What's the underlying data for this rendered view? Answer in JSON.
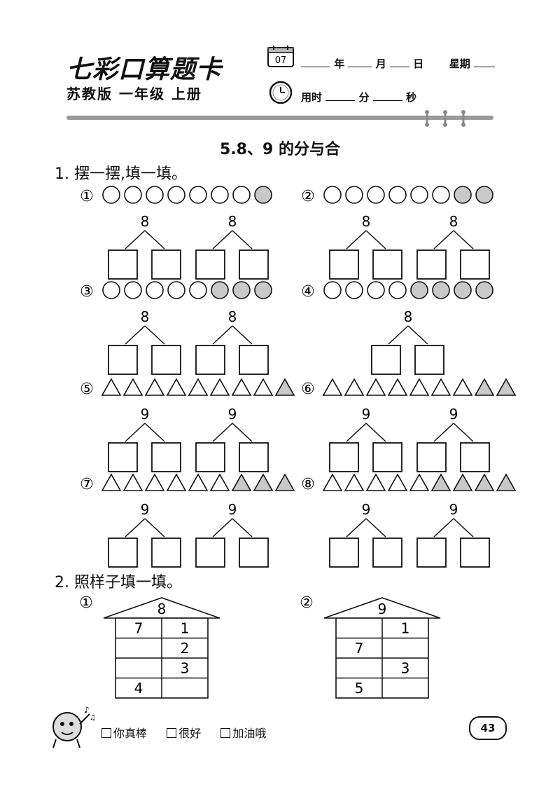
{
  "header": {
    "brand": "七彩口算题卡",
    "edition": "苏教版 一年级 上册",
    "calendar_day": "07",
    "date_labels": [
      "年",
      "月",
      "日",
      "星期"
    ],
    "time_label": "用时",
    "time_units": [
      "分",
      "秒"
    ]
  },
  "lesson_title": "5.8、9 的分与合",
  "section1": {
    "label": "1. 摆一摆,填一填。",
    "items": [
      {
        "num": "①",
        "shape": "circle",
        "total": "8",
        "shaded": 1,
        "count": 8,
        "pairs": 2
      },
      {
        "num": "②",
        "shape": "circle",
        "total": "8",
        "shaded": 2,
        "count": 8,
        "pairs": 2
      },
      {
        "num": "③",
        "shape": "circle",
        "total": "8",
        "shaded": 3,
        "count": 8,
        "pairs": 2
      },
      {
        "num": "④",
        "shape": "circle",
        "total": "8",
        "shaded": 4,
        "count": 8,
        "pairs": 1
      },
      {
        "num": "⑤",
        "shape": "triangle",
        "total": "9",
        "shaded": 1,
        "count": 9,
        "pairs": 2
      },
      {
        "num": "⑥",
        "shape": "triangle",
        "total": "9",
        "shaded": 2,
        "count": 9,
        "pairs": 2
      },
      {
        "num": "⑦",
        "shape": "triangle",
        "total": "9",
        "shaded": 3,
        "count": 9,
        "pairs": 2
      },
      {
        "num": "⑧",
        "shape": "triangle",
        "total": "9",
        "shaded": 4,
        "count": 9,
        "pairs": 2
      }
    ]
  },
  "section2": {
    "label": "2. 照样子填一填。",
    "houses": [
      {
        "num": "①",
        "roof": "8",
        "rows": [
          [
            "7",
            "1"
          ],
          [
            "",
            "2"
          ],
          [
            "",
            "3"
          ],
          [
            "4",
            ""
          ]
        ]
      },
      {
        "num": "②",
        "roof": "9",
        "rows": [
          [
            "",
            "1"
          ],
          [
            "7",
            ""
          ],
          [
            "",
            "3"
          ],
          [
            "5",
            ""
          ]
        ]
      }
    ]
  },
  "footer": {
    "ratings": [
      "你真棒",
      "很好",
      "加油哦"
    ],
    "page_number": "43"
  },
  "colors": {
    "shaded": "#c9c9c9",
    "rule": "#9a9a9a",
    "ink": "#111111"
  }
}
